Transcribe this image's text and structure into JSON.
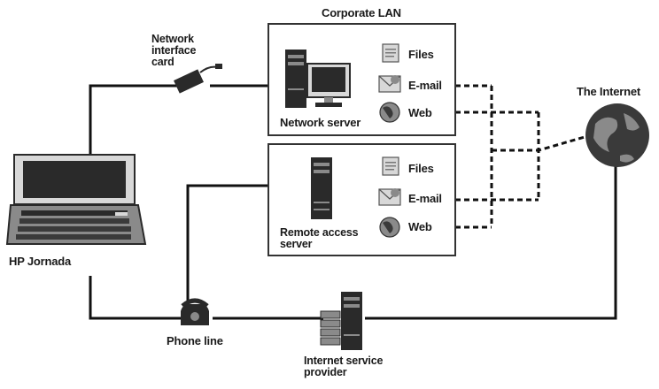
{
  "labels": {
    "corporate_lan": "Corporate LAN",
    "network_interface_card": "Network\ninterface\ncard",
    "the_internet": "The Internet",
    "network_server": "Network server",
    "remote_access_server": "Remote access\nserver",
    "hp_jornada": "HP Jornada",
    "phone_line": "Phone line",
    "internet_service_provider": "Internet service\nprovider"
  },
  "services": {
    "corporate": [
      "Files",
      "E-mail",
      "Web"
    ],
    "remote": [
      "Files",
      "E-mail",
      "Web"
    ]
  },
  "colors": {
    "line": "#111111",
    "box_border": "#333333",
    "device_dark": "#2a2a2a",
    "device_mid": "#8a8a8a",
    "device_light": "#d8d8d8",
    "globe": "#3a3a3a"
  }
}
